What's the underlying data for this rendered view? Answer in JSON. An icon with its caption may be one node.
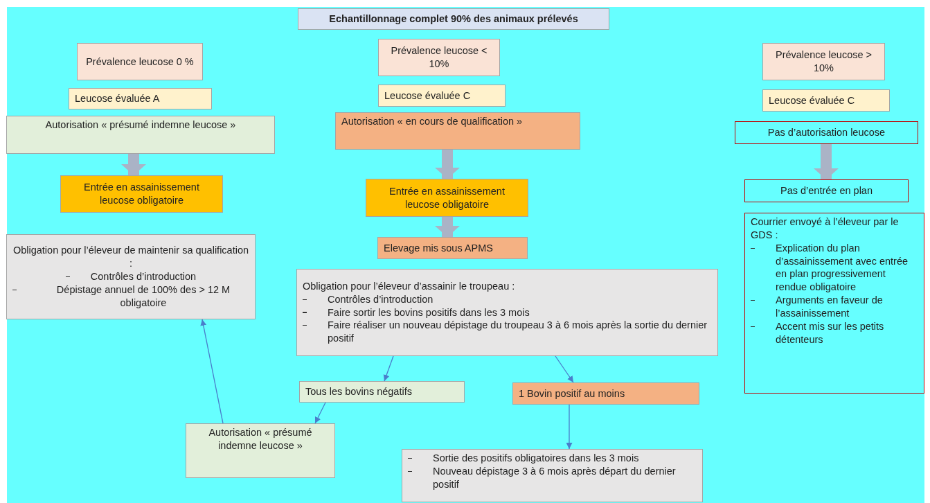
{
  "diagram": {
    "nodes": [
      {
        "text": [
          "Echantillonnage complet 90% des animaux prélevés"
        ]
      },
      {
        "text": [
          "Prévalence leucose 0 %"
        ]
      },
      {
        "text": [
          "Leucose évaluée A"
        ]
      },
      {
        "text": [
          "Autorisation « présumé indemne leucose »"
        ]
      },
      {
        "text": [
          "Entrée en assainissement leucose obligatoire"
        ]
      },
      {
        "text": [
          "Obligation pour l’éleveur de maintenir sa qualification :",
          "Contrôles d’introduction",
          "Dépistage annuel de 100% des > 12 M obligatoire"
        ]
      },
      {
        "text": [
          "Prévalence leucose < 10%"
        ]
      },
      {
        "text": [
          "Leucose évaluée C"
        ]
      },
      {
        "text": [
          "Autorisation « en cours de qualification »"
        ]
      },
      {
        "text": [
          "Entrée en assainissement leucose obligatoire"
        ]
      },
      {
        "text": [
          "Elevage mis sous APMS"
        ]
      },
      {
        "text": [
          "Obligation pour l’éleveur d’assainir le troupeau :",
          "Contrôles d’introduction",
          "Faire sortir les bovins positifs dans les 3 mois",
          "Faire réaliser un nouveau dépistage du troupeau 3 à 6 mois après la sortie du dernier positif"
        ]
      },
      {
        "text": [
          "Tous les bovins négatifs"
        ]
      },
      {
        "text": [
          "1 Bovin positif au moins"
        ]
      },
      {
        "text": [
          "Autorisation « présumé indemne leucose »"
        ]
      },
      {
        "text": [
          "Sortie des positifs obligatoires dans les 3 mois",
          "Nouveau dépistage 3  à 6 mois après départ du dernier positif"
        ]
      },
      {
        "text": [
          "Prévalence leucose > 10%"
        ]
      },
      {
        "text": [
          "Leucose évaluée C"
        ]
      },
      {
        "text": [
          "Pas d’autorisation leucose"
        ]
      },
      {
        "text": [
          "Pas d’entrée en plan"
        ]
      },
      {
        "text": [
          "Courrier envoyé à l’éleveur par le GDS :",
          "Explication du plan d’assainissement avec entrée en plan progressivement rendue obligatoire",
          "Arguments en faveur de l’assainissement",
          "Accent mis sur les petits détenteurs"
        ]
      }
    ],
    "edges": [
      {
        "from": 3,
        "to": 4,
        "arrow": "to",
        "style": "thick",
        "color": "#aab3c6"
      },
      {
        "from": 8,
        "to": 9,
        "arrow": "to",
        "style": "thick",
        "color": "#aab3c6"
      },
      {
        "from": 9,
        "to": 10,
        "arrow": "to",
        "style": "thick",
        "color": "#aab3c6"
      },
      {
        "from": 18,
        "to": 19,
        "arrow": "to",
        "style": "thick",
        "color": "#aab3c6"
      },
      {
        "from": 11,
        "to": 12,
        "arrow": "to"
      },
      {
        "from": 11,
        "to": 13,
        "arrow": "to"
      },
      {
        "from": 12,
        "to": 14,
        "arrow": "to"
      },
      {
        "from": 13,
        "to": 15,
        "arrow": "to"
      },
      {
        "from": 14,
        "to": 5,
        "arrow": "to"
      }
    ]
  }
}
